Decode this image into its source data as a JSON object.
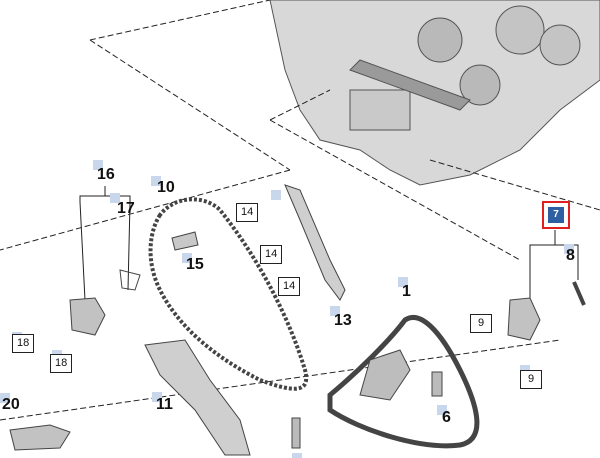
{
  "colors": {
    "highlight": "#e0201f",
    "selected_fill": "#2f5fa3",
    "marker": "#c9d7ec"
  },
  "callouts": {
    "c1": "1",
    "c6": "6",
    "c7": "7",
    "c8": "8",
    "c9a": "9",
    "c9b": "9",
    "c10": "10",
    "c11": "11",
    "c13": "13",
    "c14a": "14",
    "c14b": "14",
    "c14c": "14",
    "c15": "15",
    "c16": "16",
    "c17": "17",
    "c18a": "18",
    "c18b": "18",
    "c20": "20"
  }
}
